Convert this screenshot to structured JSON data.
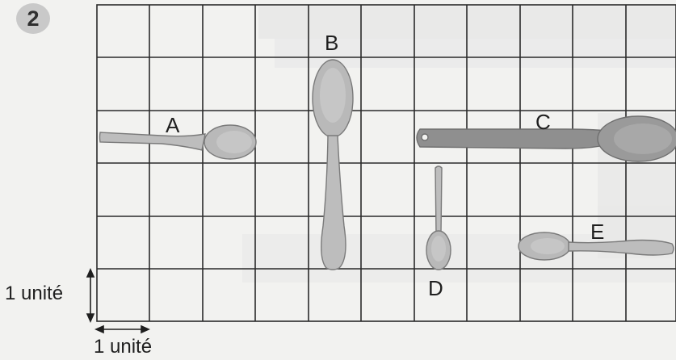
{
  "exercise": {
    "number": "2"
  },
  "labels": {
    "unit_vertical": "1 unité",
    "unit_horizontal": "1 unité"
  },
  "spoons": [
    {
      "id": "A",
      "label": "A"
    },
    {
      "id": "B",
      "label": "B"
    },
    {
      "id": "C",
      "label": "C"
    },
    {
      "id": "D",
      "label": "D"
    },
    {
      "id": "E",
      "label": "E"
    }
  ],
  "colors": {
    "grid": "#2a2a2a",
    "spoon_fill": "#b9b9b9",
    "spoon_dark": "#8f8f8f",
    "background": "#f2f2f0",
    "faded_text": "#d3d3d3"
  }
}
